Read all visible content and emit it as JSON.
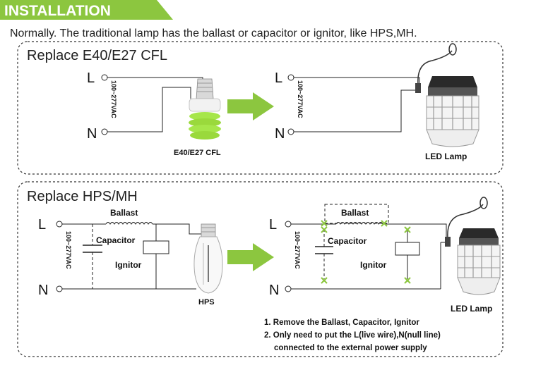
{
  "header": {
    "title": "INSTALLATION",
    "intro": "Normally. The traditional lamp has the ballast or capacitor or ignitor, like HPS,MH."
  },
  "panel_cfl": {
    "title": "Replace E40/E27 CFL",
    "terminal_l": "L",
    "terminal_n": "N",
    "voltage": "100~277VAC",
    "bulb_label": "E40/E27 CFL",
    "led_label": "LED Lamp"
  },
  "panel_hps": {
    "title": "Replace HPS/MH",
    "terminal_l": "L",
    "terminal_n": "N",
    "voltage": "100~277VAC",
    "ballast": "Ballast",
    "capacitor": "Capacitor",
    "ignitor": "Ignitor",
    "bulb_label": "HPS",
    "led_label": "LED Lamp",
    "note_1": "1. Remove the Ballast, Capacitor, Ignitor",
    "note_2": "2. Only need to put the L(live wire),N(null line)",
    "note_3": "connected to the external power supply"
  },
  "colors": {
    "header_green": "#8cc63f",
    "arrow_green": "#8cc63f",
    "cfl_green": "#a6e64a",
    "remove_mark": "#8cc63f"
  }
}
